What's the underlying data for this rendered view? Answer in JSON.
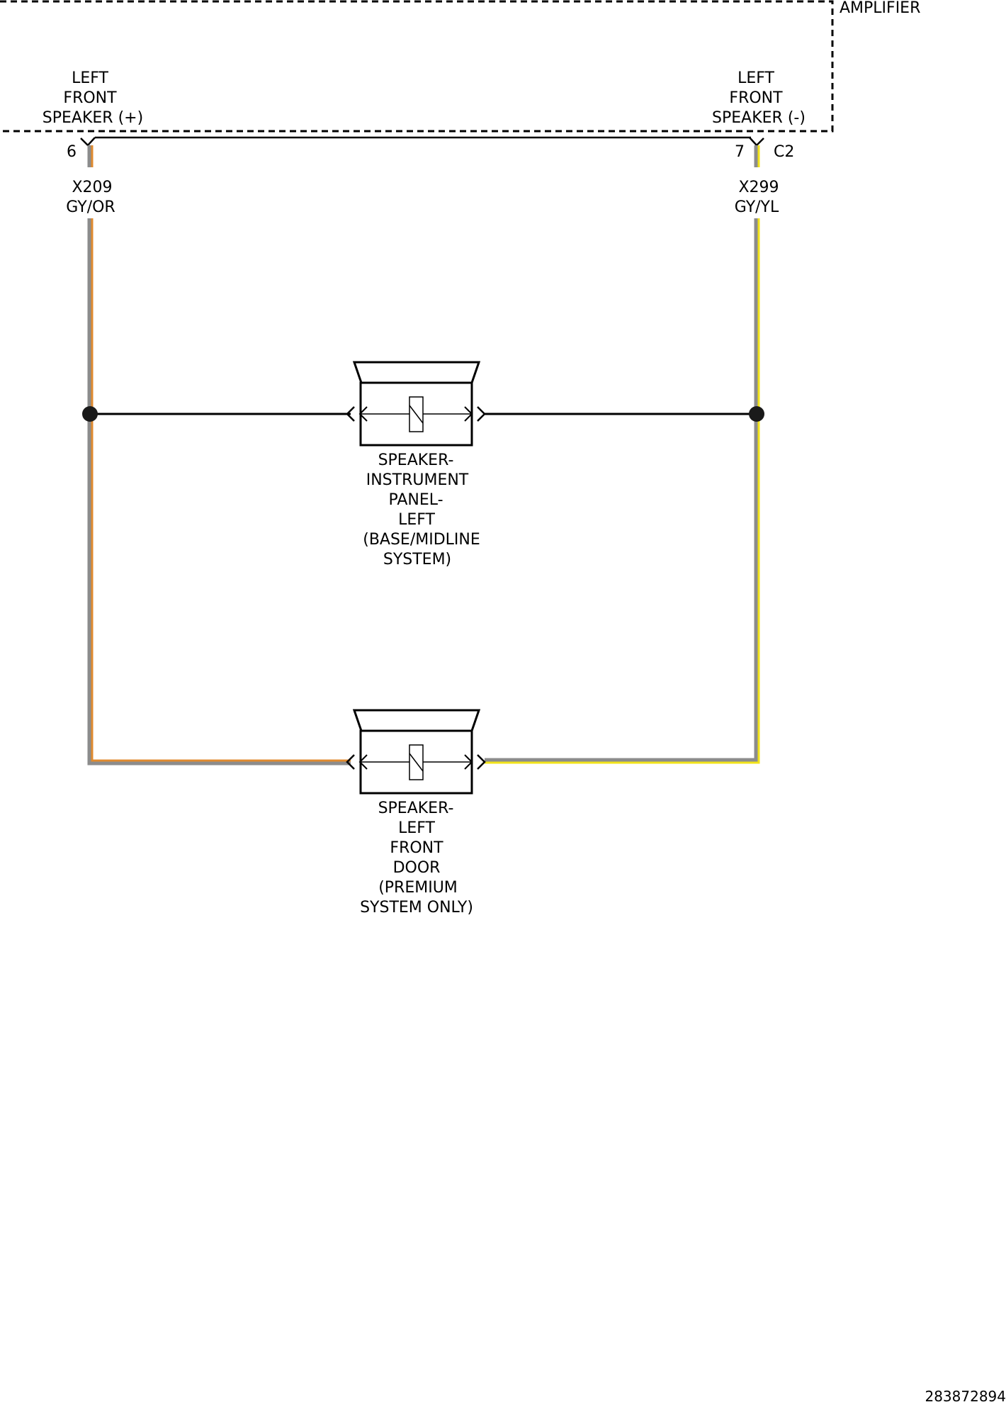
{
  "amplifier": {
    "label": "AMPLIFIER",
    "pin_left": {
      "label_lines": [
        "LEFT",
        "FRONT",
        "SPEAKER (+)"
      ],
      "pin": "6"
    },
    "pin_right": {
      "label_lines": [
        "LEFT",
        "FRONT",
        "SPEAKER (-)"
      ],
      "pin": "7"
    },
    "connector": "C2"
  },
  "wires": {
    "left": {
      "circuit": "X209",
      "color_code": "GY/OR",
      "base_color": "#8c8c8c",
      "stripe_color": "#e08a2e"
    },
    "right": {
      "circuit": "X299",
      "color_code": "GY/YL",
      "base_color": "#8c8c8c",
      "stripe_color": "#f2e31a"
    }
  },
  "speakers": [
    {
      "label_lines": [
        "SPEAKER-",
        "INSTRUMENT",
        "PANEL-",
        "LEFT",
        "(BASE/MIDLINE",
        "SYSTEM)"
      ]
    },
    {
      "label_lines": [
        "SPEAKER-",
        "LEFT",
        "FRONT",
        "DOOR",
        "(PREMIUM",
        "SYSTEM ONLY)"
      ]
    }
  ],
  "footer": {
    "figure_id": "283872894"
  }
}
